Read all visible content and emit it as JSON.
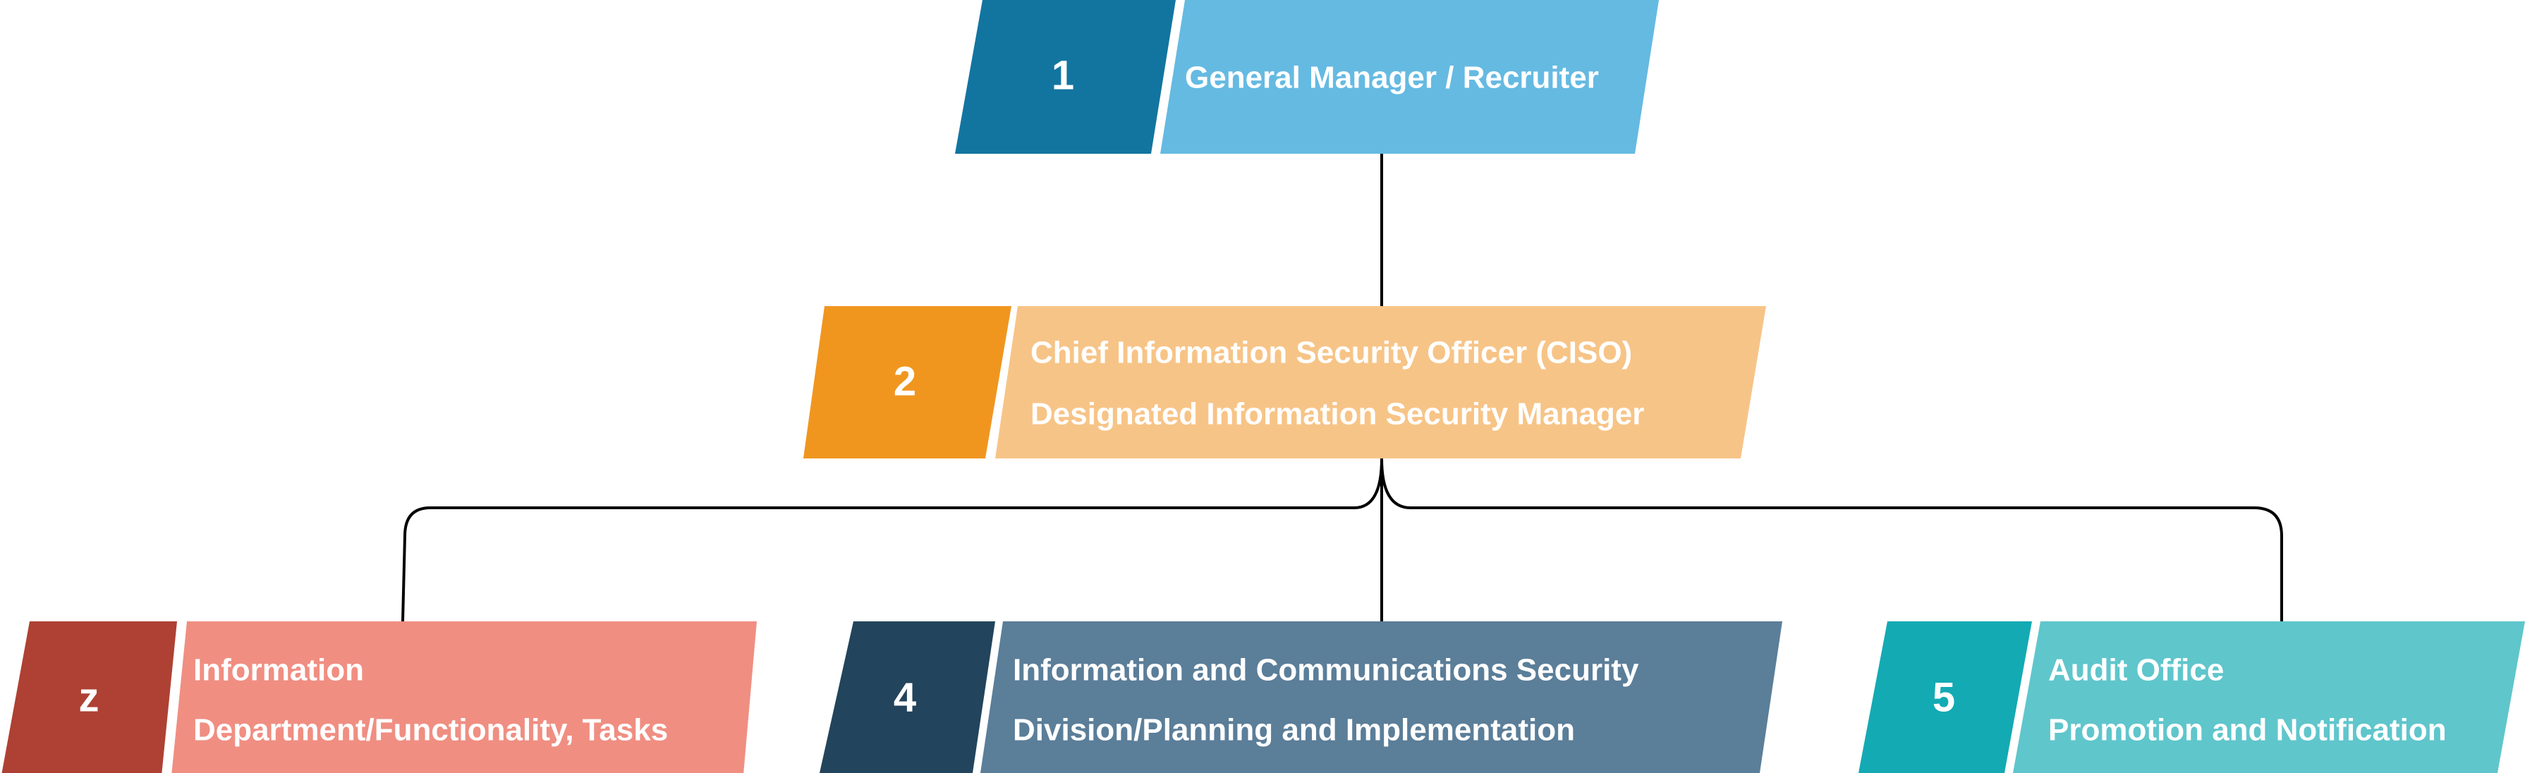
{
  "colors": {
    "n1_dark": "#1275a0",
    "n1_light": "#65bae2",
    "n2_dark": "#f0961f",
    "n2_light": "#f7c487",
    "n3_dark": "#ae4133",
    "n3_light": "#f08e82",
    "n4_dark": "#22445c",
    "n4_light": "#5b7e99",
    "n5_dark": "#13aab4",
    "n5_light": "#5fc6cc"
  },
  "nodes": [
    {
      "number": "1",
      "lines": [
        "General Manager / Recruiter"
      ]
    },
    {
      "number": "2",
      "lines": [
        "Chief Information Security Officer (CISO)",
        "Designated Information Security Manager"
      ]
    },
    {
      "number": "z",
      "lines": [
        "Information",
        "Department/Functionality, Tasks"
      ]
    },
    {
      "number": "4",
      "lines": [
        "Information and Communications Security",
        "Division/Planning and Implementation"
      ]
    },
    {
      "number": "5",
      "lines": [
        "Audit Office",
        "Promotion and Notification"
      ]
    }
  ]
}
